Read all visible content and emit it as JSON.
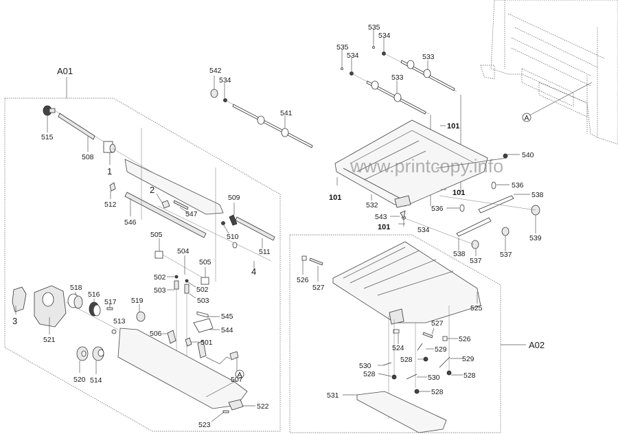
{
  "watermark": "www.printcopy.info",
  "groups": {
    "a01": {
      "label": "A01"
    },
    "a02": {
      "label": "A02"
    }
  },
  "reference_marks": {
    "frame_ref": "A",
    "base_ref": "A"
  },
  "callouts": {
    "c515": "515",
    "c508": "508",
    "c1": "1",
    "c512": "512",
    "c546": "546",
    "c2": "2",
    "c547": "547",
    "c509": "509",
    "c510": "510",
    "c511": "511",
    "c4": "4",
    "c505a": "505",
    "c504": "504",
    "c505b": "505",
    "c502a": "502",
    "c502b": "502",
    "c503a": "503",
    "c503b": "503",
    "c519": "519",
    "c518": "518",
    "c516": "516",
    "c517": "517",
    "c513": "513",
    "c3": "3",
    "c521": "521",
    "c545": "545",
    "c544": "544",
    "c506": "506",
    "c501": "501",
    "c507": "507",
    "c520": "520",
    "c514": "514",
    "c522": "522",
    "c523": "523",
    "c542": "542",
    "c534a": "534",
    "c541": "541",
    "c535a": "535",
    "c534b": "534",
    "c533a": "533",
    "c535b": "535",
    "c534c": "534",
    "c533b": "533",
    "c101a": "101",
    "c101b": "101",
    "c101c": "101",
    "c101d": "101",
    "c540": "540",
    "c536a": "536",
    "c536b": "536",
    "c538a": "538",
    "c538b": "538",
    "c539": "539",
    "c537a": "537",
    "c537b": "537",
    "c532": "532",
    "c543": "543",
    "c534d": "534",
    "c526a": "526",
    "c527a": "527",
    "c525": "525",
    "c527b": "527",
    "c526b": "526",
    "c524": "524",
    "c529a": "529",
    "c529b": "529",
    "c528a": "528",
    "c528b": "528",
    "c528c": "528",
    "c528d": "528",
    "c530a": "530",
    "c530b": "530",
    "c531": "531"
  }
}
